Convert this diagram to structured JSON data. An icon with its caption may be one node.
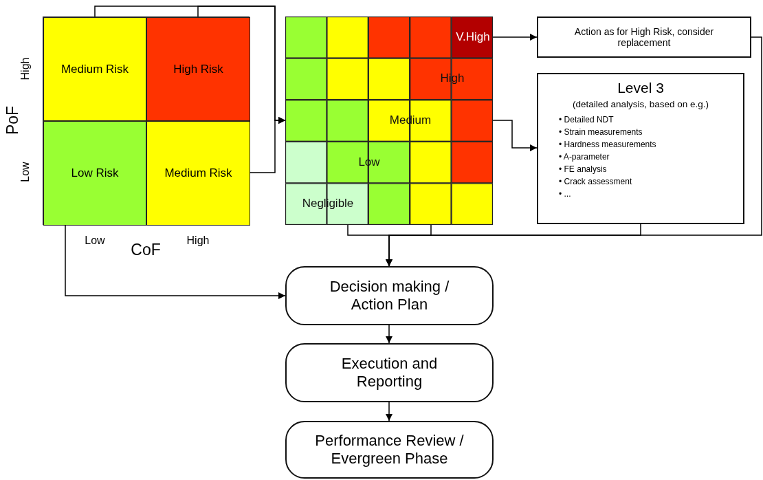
{
  "diagram": {
    "nodes": [
      {
        "text": [],
        "shape": "box"
      },
      {
        "text": [
          "Medium Risk"
        ],
        "in": 0
      },
      {
        "text": [
          "High Risk"
        ],
        "in": 0
      },
      {
        "text": [
          "Low Risk"
        ],
        "in": 0
      },
      {
        "text": [
          "Medium Risk"
        ],
        "in": 0
      },
      {
        "text": [
          "V.High",
          "High",
          "Medium",
          "Low",
          "Negligible"
        ]
      },
      {
        "text": [
          "Action as for High Risk, consider replacement"
        ]
      },
      {
        "text": [
          "Level 3",
          "(detailed analysis, based on e.g.)",
          "• Detailed NDT",
          "• Strain measurements",
          "• Hardness measurements",
          "• A-parameter",
          "• FE analysis",
          "• Crack assessment",
          "• ..."
        ]
      },
      {
        "text": [
          "Decision making / Action Plan"
        ]
      },
      {
        "text": [
          "Execution and Reporting"
        ]
      },
      {
        "text": [
          "Performance Review / Evergreen Phase"
        ]
      }
    ],
    "edges": [
      {
        "from": 1,
        "to": 5,
        "arrow": "to"
      },
      {
        "from": 2,
        "to": 5,
        "arrow": "to"
      },
      {
        "from": 4,
        "to": 5,
        "arrow": "to"
      },
      {
        "from": 3,
        "to": 8,
        "arrow": "to"
      },
      {
        "from": 5,
        "to": 6,
        "arrow": "to"
      },
      {
        "from": 5,
        "to": 7,
        "arrow": "to"
      },
      {
        "from": 5,
        "to": 8,
        "arrow": "to"
      },
      {
        "from": 6,
        "to": 8,
        "arrow": "to"
      },
      {
        "from": 7,
        "to": 8,
        "arrow": "to"
      },
      {
        "from": 8,
        "to": 9,
        "arrow": "to"
      },
      {
        "from": 9,
        "to": 10,
        "arrow": "to"
      }
    ],
    "labels": [
      "High",
      "PoF",
      "Low",
      "Low",
      "CoF",
      "High"
    ]
  }
}
